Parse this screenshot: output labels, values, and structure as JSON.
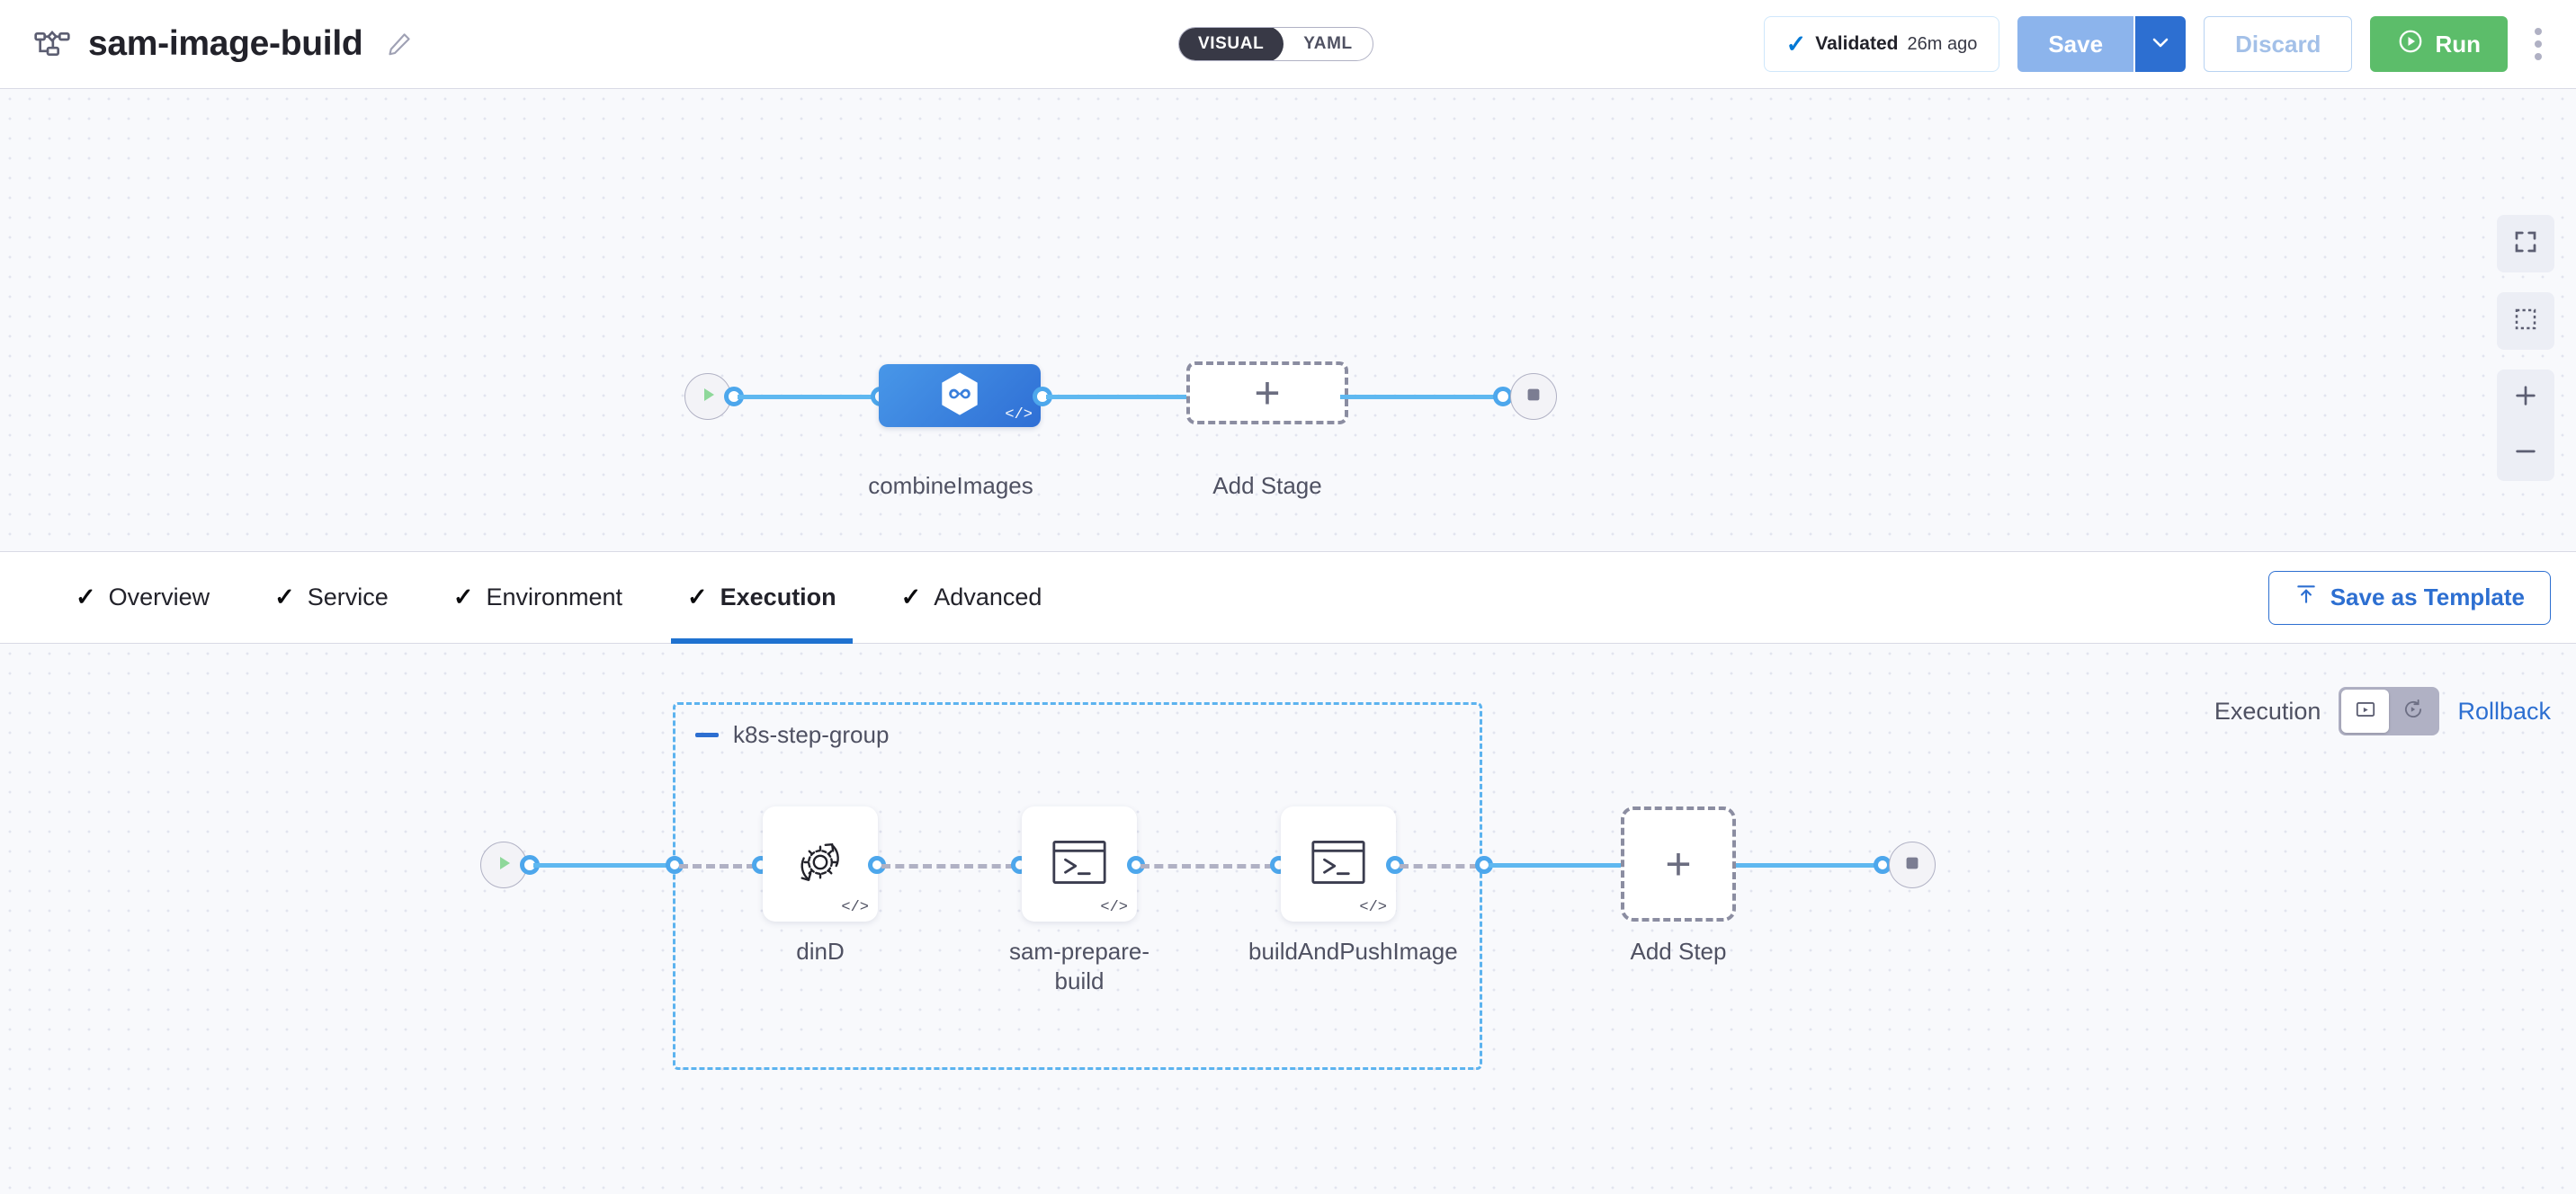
{
  "header": {
    "pipeline_icon": "pipeline-flow-icon",
    "title": "sam-image-build",
    "edit_icon": "pencil-icon",
    "view_toggle": {
      "options": [
        "VISUAL",
        "YAML"
      ],
      "selected": "VISUAL"
    },
    "validation": {
      "check_icon": "check-icon",
      "label": "Validated",
      "time": "26m ago"
    },
    "save_label": "Save",
    "save_caret_icon": "chevron-down-icon",
    "discard_label": "Discard",
    "run_label": "Run",
    "run_icon": "play-circle-icon",
    "more_icon": "kebab-menu-icon"
  },
  "stage_canvas": {
    "start_icon": "play-icon",
    "end_icon": "stop-icon",
    "stage": {
      "name": "combineImages",
      "icon": "harness-infinity-icon",
      "code_badge": "</>"
    },
    "add_stage": {
      "label": "Add Stage",
      "icon": "plus-icon"
    },
    "zoom_controls": [
      {
        "name": "fit-to-screen",
        "icon": "fit-screen-icon"
      },
      {
        "name": "selection-box",
        "icon": "marquee-select-icon"
      },
      {
        "name": "zoom-in",
        "icon": "plus-icon"
      },
      {
        "name": "zoom-out",
        "icon": "minus-icon"
      }
    ]
  },
  "tabbar": {
    "tabs": [
      {
        "label": "Overview",
        "icon": "check-icon",
        "active": false
      },
      {
        "label": "Service",
        "icon": "check-icon",
        "active": false
      },
      {
        "label": "Environment",
        "icon": "check-icon",
        "active": false
      },
      {
        "label": "Execution",
        "icon": "check-icon",
        "active": true
      },
      {
        "label": "Advanced",
        "icon": "check-icon",
        "active": false
      }
    ],
    "save_as_template": {
      "label": "Save as Template",
      "icon": "upload-template-icon"
    }
  },
  "step_canvas": {
    "execution_label": "Execution",
    "rollback_label": "Rollback",
    "mode_toggle": {
      "selected": "execution",
      "execution_icon": "execution-play-box-icon",
      "rollback_icon": "rollback-arrow-icon"
    },
    "start_icon": "play-icon",
    "end_icon": "stop-icon",
    "step_group": {
      "title": "k8s-step-group",
      "collapse_icon": "minus-icon",
      "steps": [
        {
          "name": "dinD",
          "icon": "gear-refresh-icon",
          "code_badge": "</>"
        },
        {
          "name": "sam-prepare-build",
          "icon": "terminal-icon",
          "code_badge": "</>"
        },
        {
          "name": "buildAndPushImage",
          "icon": "terminal-icon",
          "code_badge": "</>"
        }
      ]
    },
    "add_step": {
      "label": "Add Step",
      "icon": "plus-icon"
    }
  },
  "colors": {
    "accent_blue": "#2d6fd1",
    "link_blue": "#5fb8f0",
    "run_green": "#5cbd6a",
    "stage_blue": "#3b82e0",
    "canvas_bg": "#f8f9fc",
    "group_border": "#5cb3ef"
  }
}
